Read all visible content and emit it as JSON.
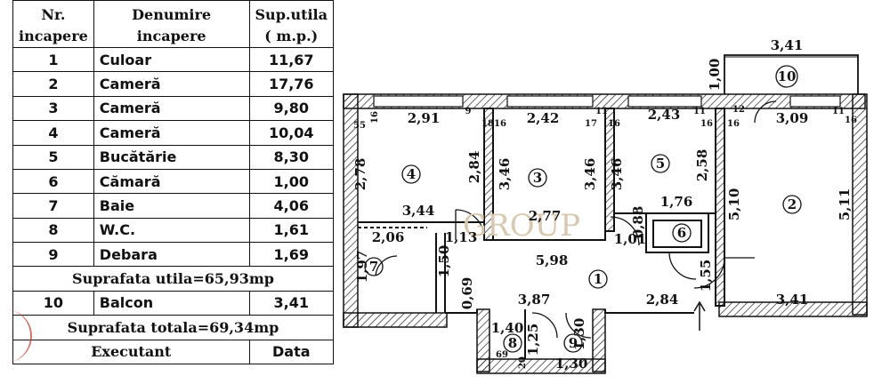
{
  "table": {
    "head": {
      "nr_line1": "Nr.",
      "nr_line2": "incapere",
      "name_line1": "Denumire",
      "name_line2": "incapere",
      "area_line1": "Sup.utila",
      "area_line2": "( m.p.)"
    },
    "rows": [
      {
        "nr": "1",
        "name": "Culoar",
        "area": "11,67"
      },
      {
        "nr": "2",
        "name": "Cameră",
        "area": "17,76"
      },
      {
        "nr": "3",
        "name": "Cameră",
        "area": "9,80"
      },
      {
        "nr": "4",
        "name": "Cameră",
        "area": "10,04"
      },
      {
        "nr": "5",
        "name": "Bucătărie",
        "area": "8,30"
      },
      {
        "nr": "6",
        "name": "Cămară",
        "area": "1,00"
      },
      {
        "nr": "7",
        "name": "Baie",
        "area": "4,06"
      },
      {
        "nr": "8",
        "name": "W.C.",
        "area": "1,61"
      },
      {
        "nr": "9",
        "name": "Debara",
        "area": "1,69"
      }
    ],
    "usable_total": "Suprafata utila=65,93mp",
    "balcony": {
      "nr": "10",
      "name": "Balcon",
      "area": "3,41"
    },
    "grand_total": "Suprafata totala=69,34mp",
    "footer": {
      "executant": "Executant",
      "date": "Data"
    }
  },
  "plan": {
    "room_numbers": [
      "1",
      "2",
      "3",
      "4",
      "5",
      "6",
      "7",
      "8",
      "9",
      "10"
    ],
    "dimensions": {
      "balcony_width": "3,41",
      "balcony_depth": "1,00",
      "room4_top": "2,91",
      "room4_side": "2,78",
      "room3_top": "2,42",
      "room3_left": "3,46",
      "room3_right": "3,46",
      "room3_bottom": "2,77",
      "room5_top": "2,43",
      "room5_left": "3,46",
      "room5_right": "2,58",
      "room5_bottom": "1,76",
      "room2_top": "3,09",
      "room2_left": "5,10",
      "room2_right": "5,11",
      "room2_bottom": "3,41",
      "hall_upper": "3,44",
      "bath_top": "2,06",
      "bath_side": "1,97",
      "bath_inner": "1,50",
      "hall_mid": "1,13",
      "pantry_side": "0,88",
      "pantry_bottom": "1,01",
      "corridor_long": "5,98",
      "corridor_lower": "3,87",
      "corridor_vert": "0,69",
      "corridor_right": "2,84",
      "entrance": "1,55",
      "wc_top": "1,40",
      "wc_side": "1,25",
      "storage_bottom": "1,30",
      "storage_side": "1,30",
      "room4_dia": "2,84"
    },
    "wall_marks": {
      "w55": "55",
      "w16a": "16",
      "w9": "9",
      "w18": "18",
      "w16b": "16",
      "w17": "17",
      "w11a": "11",
      "w16c": "16",
      "w11b": "11",
      "w16d": "16",
      "w16e": "16",
      "w12": "12",
      "w11c": "11",
      "w16f": "16",
      "w69": "69",
      "w20": "20"
    },
    "watermark": "GROUP"
  }
}
